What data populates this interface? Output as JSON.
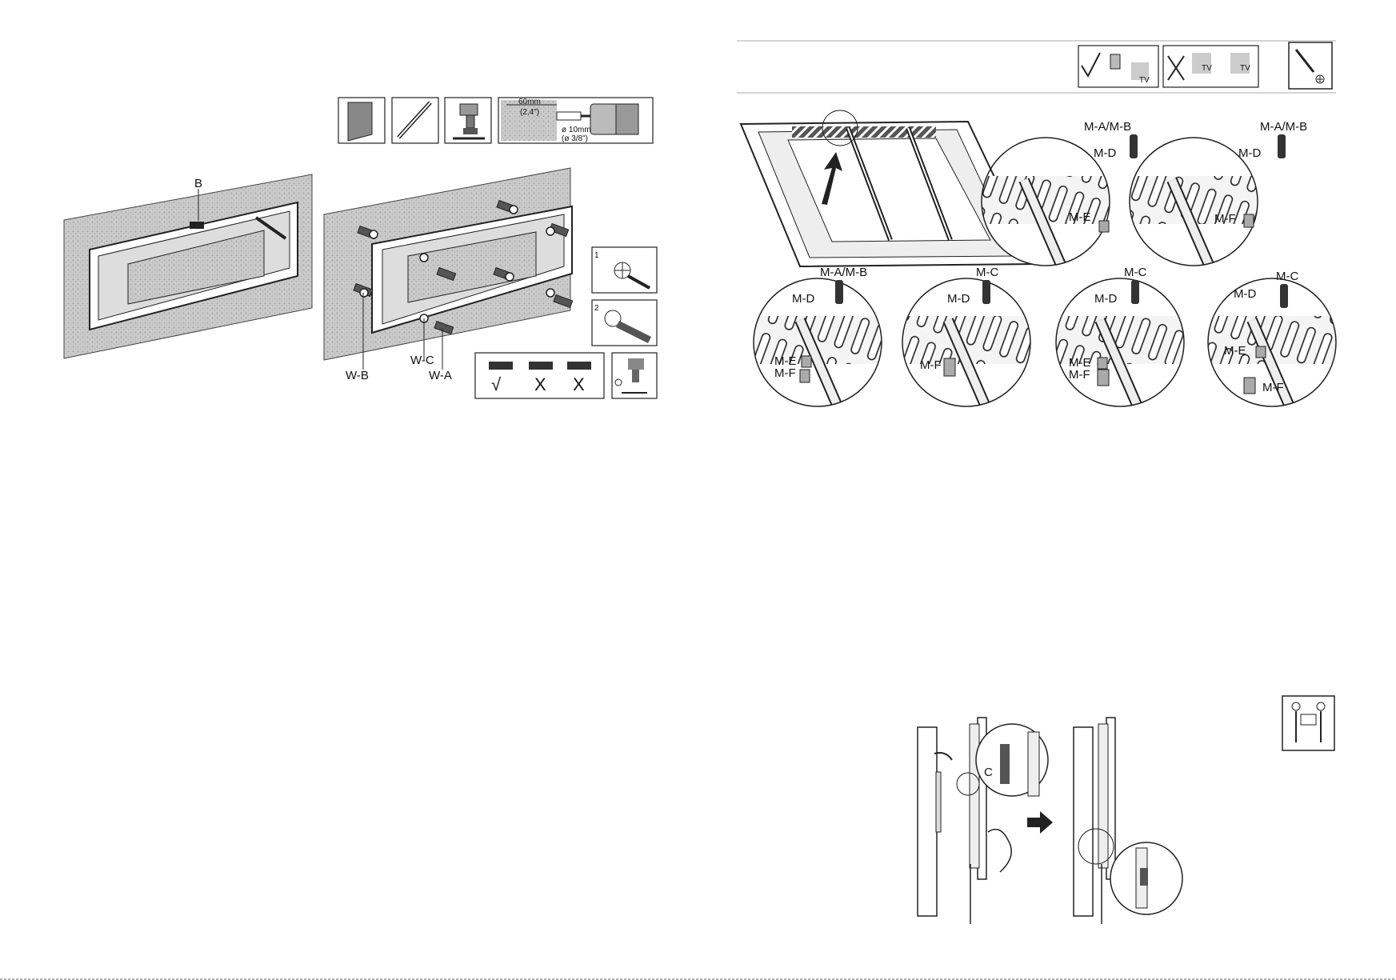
{
  "left_page": {
    "wall_label_b": "B",
    "label_wb": "W-B",
    "label_wc": "W-C",
    "label_wa": "W-A",
    "drill_depth": "60mm",
    "drill_depth_in": "(2,4\")",
    "drill_diameter": "ø 10mm",
    "drill_diameter_in": "(ø 3/8\")",
    "step_1": "1",
    "step_2": "2",
    "level_marks": [
      "√",
      "X",
      "X"
    ]
  },
  "right_page": {
    "tv_label": "TV",
    "circles": [
      {
        "bolt": "M-A/M-B",
        "d": "M-D",
        "e": "M-E",
        "f": ""
      },
      {
        "bolt": "M-A/M-B",
        "d": "M-D",
        "e": "",
        "f": "M-F"
      },
      {
        "bolt": "M-A/M-B",
        "d": "M-D",
        "e": "M-E",
        "f": "M-F"
      },
      {
        "bolt": "M-C",
        "d": "M-D",
        "e": "",
        "f": "M-F"
      },
      {
        "bolt": "M-C",
        "d": "M-D",
        "e": "M-E",
        "f": "M-F"
      },
      {
        "bolt": "M-C",
        "d": "M-D",
        "e": "M-E",
        "f": "M-F"
      }
    ],
    "hang_label_c": "C"
  }
}
